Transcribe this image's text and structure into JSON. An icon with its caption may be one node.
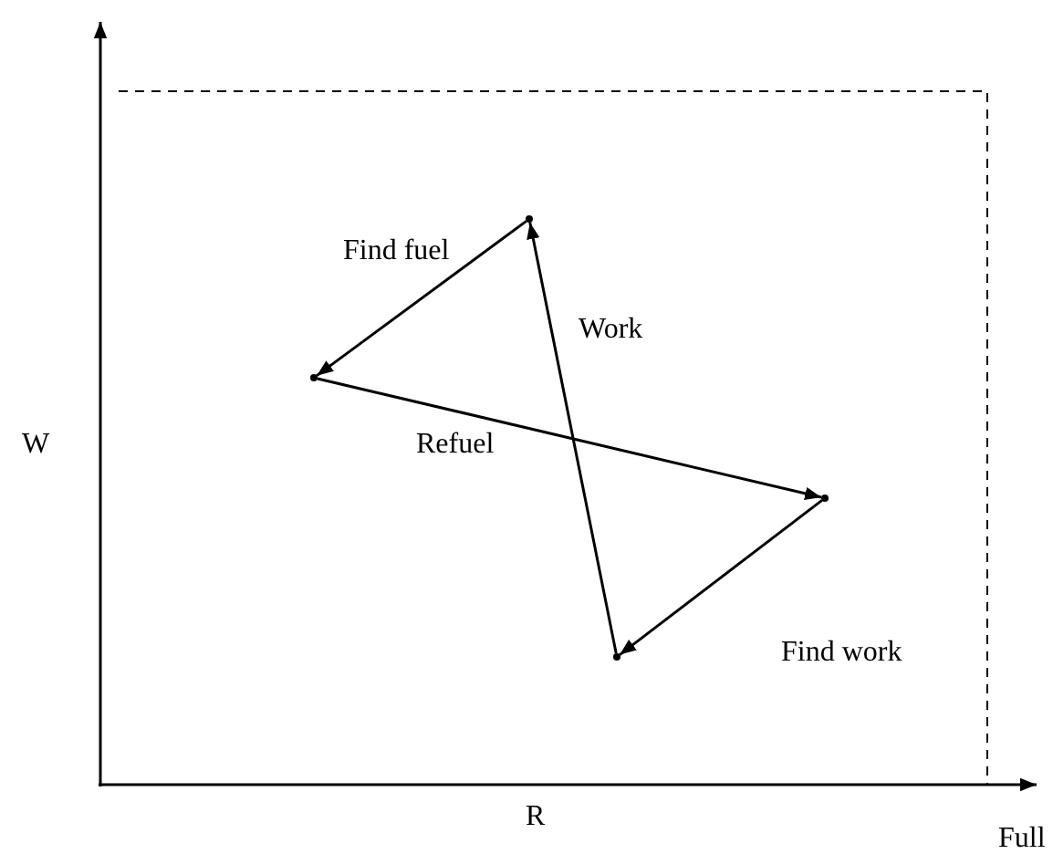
{
  "diagram": {
    "nodes": [
      {
        "text": [],
        "shape": "point"
      },
      {
        "text": [],
        "shape": "point"
      },
      {
        "text": [],
        "shape": "point"
      },
      {
        "text": [],
        "shape": "point"
      }
    ],
    "edges": [
      {
        "from": 0,
        "to": 1,
        "arrow": "to",
        "label": "Find fuel"
      },
      {
        "from": 1,
        "to": 2,
        "arrow": "to",
        "label": "Refuel"
      },
      {
        "from": 2,
        "to": 3,
        "arrow": "to",
        "label": "Find work"
      },
      {
        "from": 3,
        "to": 0,
        "arrow": "to",
        "label": "Work"
      }
    ],
    "labels": [
      "W",
      "R",
      "Full"
    ]
  }
}
